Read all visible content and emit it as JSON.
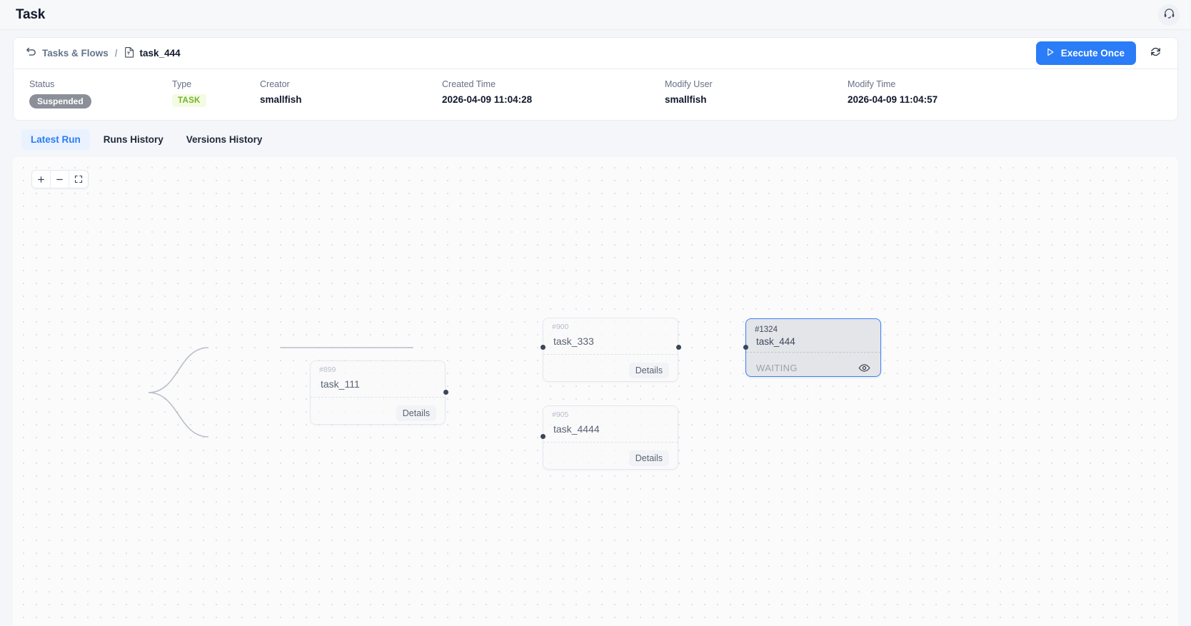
{
  "appbar": {
    "title": "Task",
    "support_icon": "headset-icon"
  },
  "breadcrumb": {
    "back_icon": "back-arrow-icon",
    "parent": "Tasks & Flows",
    "separator": "/",
    "doc_icon": "task-file-icon",
    "current": "task_444"
  },
  "actions": {
    "execute_label": "Execute Once",
    "execute_icon": "play-icon",
    "refresh_icon": "refresh-icon",
    "accent_color": "#2a7cf7"
  },
  "meta": {
    "status": {
      "label": "Status",
      "value": "Suspended",
      "badge_color": "#8b8f98"
    },
    "type": {
      "label": "Type",
      "value": "TASK",
      "badge_color": "#72b526",
      "badge_bg": "#f4fbe3"
    },
    "creator": {
      "label": "Creator",
      "value": "smallfish"
    },
    "created_time": {
      "label": "Created Time",
      "value": "2026-04-09 11:04:28"
    },
    "modify_user": {
      "label": "Modify User",
      "value": "smallfish"
    },
    "modify_time": {
      "label": "Modify Time",
      "value": "2026-04-09 11:04:57"
    }
  },
  "tabs": [
    {
      "label": "Latest Run",
      "active": true
    },
    {
      "label": "Runs History",
      "active": false
    },
    {
      "label": "Versions History",
      "active": false
    }
  ],
  "canvas": {
    "controls": [
      {
        "name": "zoom-in-button",
        "icon": "plus-icon"
      },
      {
        "name": "zoom-out-button",
        "icon": "minus-icon"
      },
      {
        "name": "fit-view-button",
        "icon": "fit-screen-icon"
      }
    ],
    "nodes": [
      {
        "id": "#899",
        "title": "task_111",
        "details_label": "Details",
        "selected": false
      },
      {
        "id": "#900",
        "title": "task_333",
        "details_label": "Details",
        "selected": false
      },
      {
        "id": "#905",
        "title": "task_4444",
        "details_label": "Details",
        "selected": false
      },
      {
        "id": "#1324",
        "title": "task_444",
        "status": "WAITING",
        "eye_icon": "eye-icon",
        "selected": true,
        "border_color": "#3b82f6"
      }
    ]
  }
}
